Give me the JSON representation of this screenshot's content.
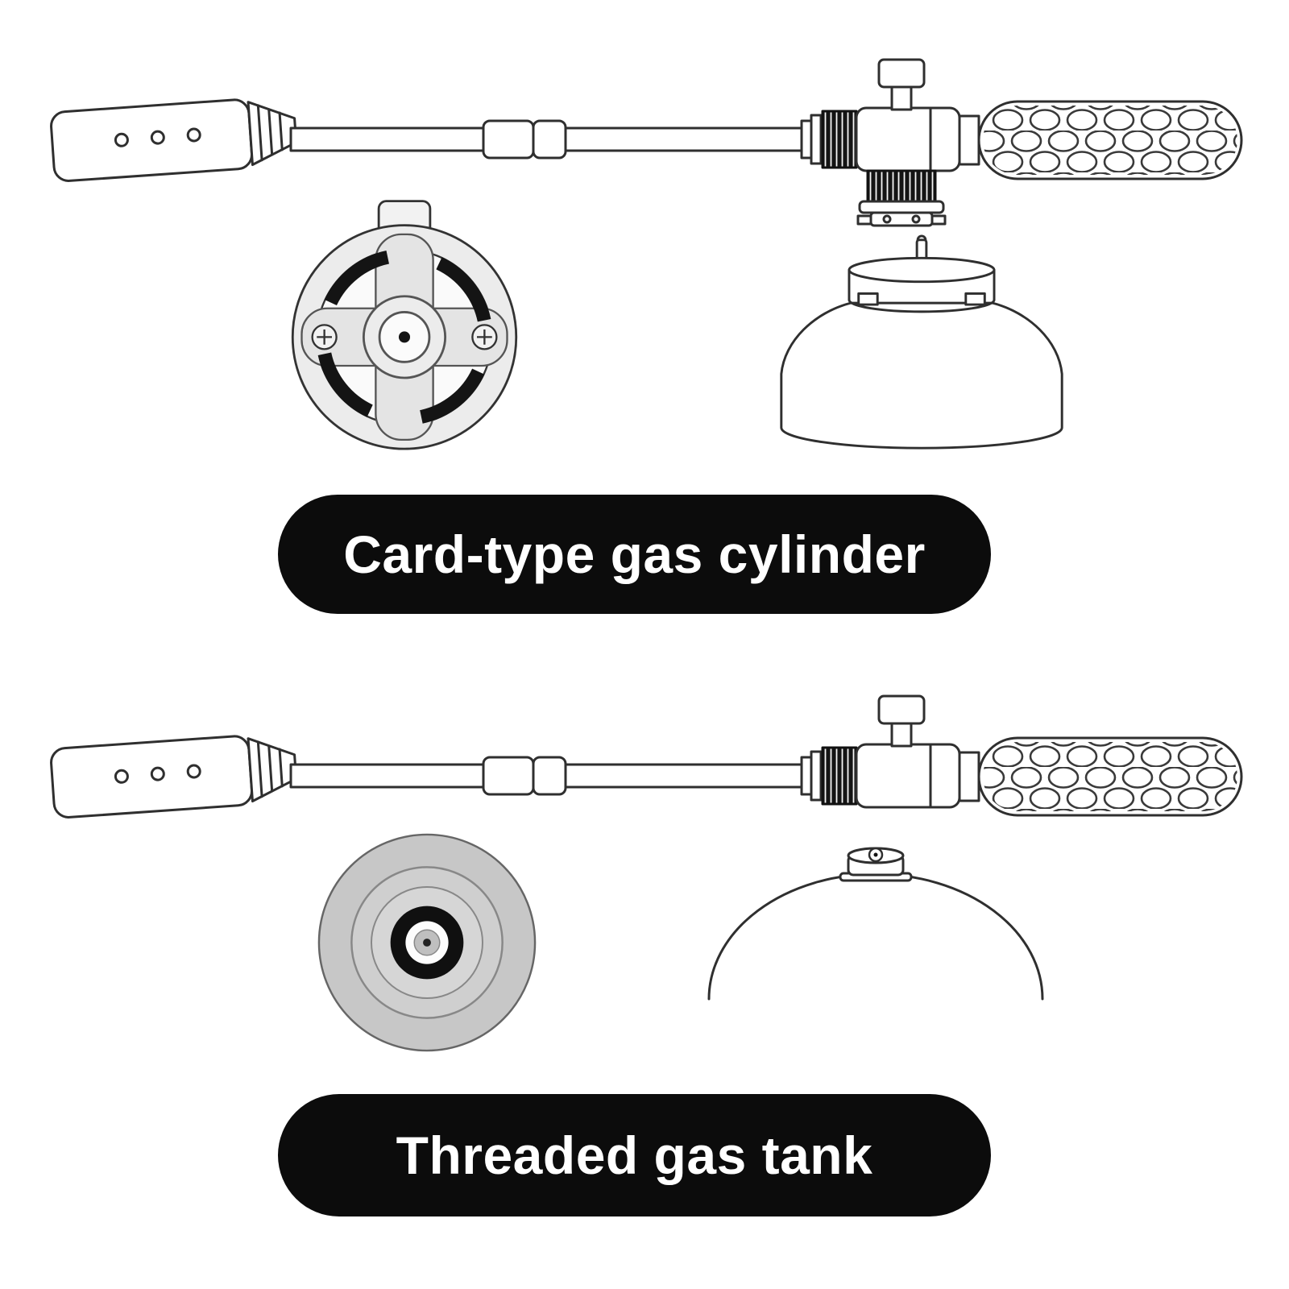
{
  "page": {
    "background": "#ffffff",
    "description_visible_text_only": true
  },
  "labels": [
    {
      "id": "card",
      "text": "Card-type gas cylinder"
    },
    {
      "id": "threaded",
      "text": "Threaded gas tank"
    }
  ],
  "illustrations": {
    "top_torch": "gas-torch-with-bayonet-adapter",
    "bottom_torch": "gas-torch",
    "card_valve_top_view": "card-type-bayonet-valve-top-view",
    "card_canister": "card-type-gas-canister",
    "threaded_valve_top_view": "threaded-tank-valve-top-view",
    "threaded_tank_dome": "threaded-gas-tank-dome"
  },
  "colors": {
    "label_bg": "#0c0c0c",
    "label_text": "#ffffff",
    "line": "#2f2f2f",
    "knurl_black": "#141414",
    "tank_gray": "#c7c7c7",
    "valve_gray": "#e4e4e4"
  }
}
